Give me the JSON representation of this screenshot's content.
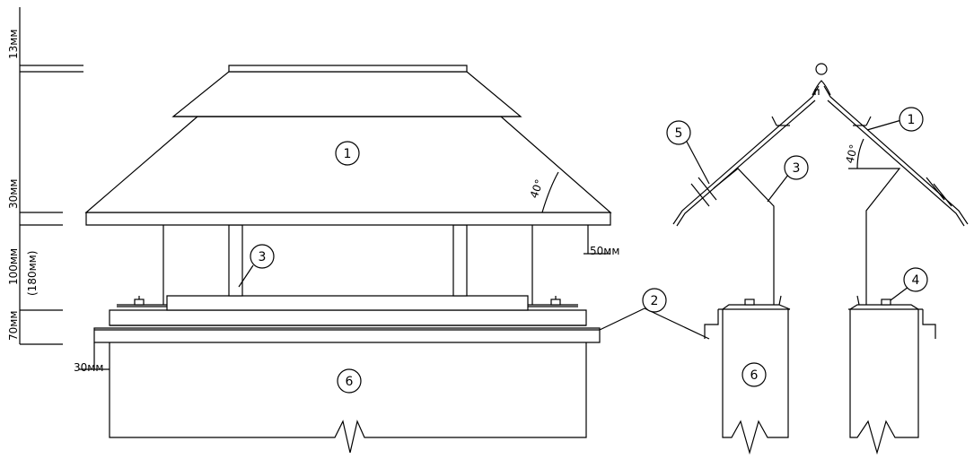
{
  "dimensions": {
    "d13": "13мм",
    "d30_left": "30мм",
    "d100": "100мм",
    "d180": "(180мм)",
    "d70": "70мм",
    "d30_bottom": "30мм",
    "d50": "50мм"
  },
  "angles": {
    "front": "40°",
    "side": "40°"
  },
  "callouts": {
    "c1": "1",
    "c2": "2",
    "c3": "3",
    "c4": "4",
    "c5": "5",
    "c6": "6"
  }
}
